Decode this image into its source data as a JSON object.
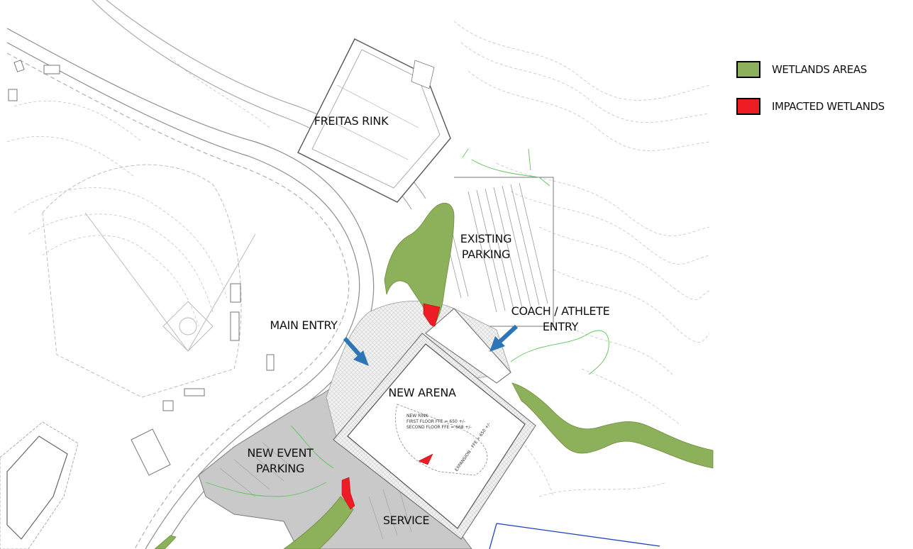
{
  "labels": {
    "freitas_rink": "FREITAS RINK",
    "existing_parking_1": "EXISTING",
    "existing_parking_2": "PARKING",
    "coach_entry_1": "COACH / ATHLETE",
    "coach_entry_2": "ENTRY",
    "main_entry": "MAIN ENTRY",
    "new_arena": "NEW ARENA",
    "new_event_parking_1": "NEW EVENT",
    "new_event_parking_2": "PARKING",
    "service": "SERVICE"
  },
  "notes": {
    "rink_1": "NEW RINK",
    "rink_2": "FIRST FLOOR FFE = 650 +/-",
    "rink_3": "SECOND FLOOR FFE = 668 +/-",
    "expansion": "EXPANSION - FFE = 650 +/-"
  },
  "legend": {
    "items": [
      {
        "label": "WETLANDS AREAS",
        "color": "#8db05a"
      },
      {
        "label": "IMPACTED WETLANDS",
        "color": "#ee1c24"
      }
    ]
  },
  "colors": {
    "wetland": "#8db05a",
    "impacted": "#ee1c24",
    "paving": "#c9c9c9",
    "arrow": "#2e75b6",
    "boundary": "#1f3fbf"
  }
}
